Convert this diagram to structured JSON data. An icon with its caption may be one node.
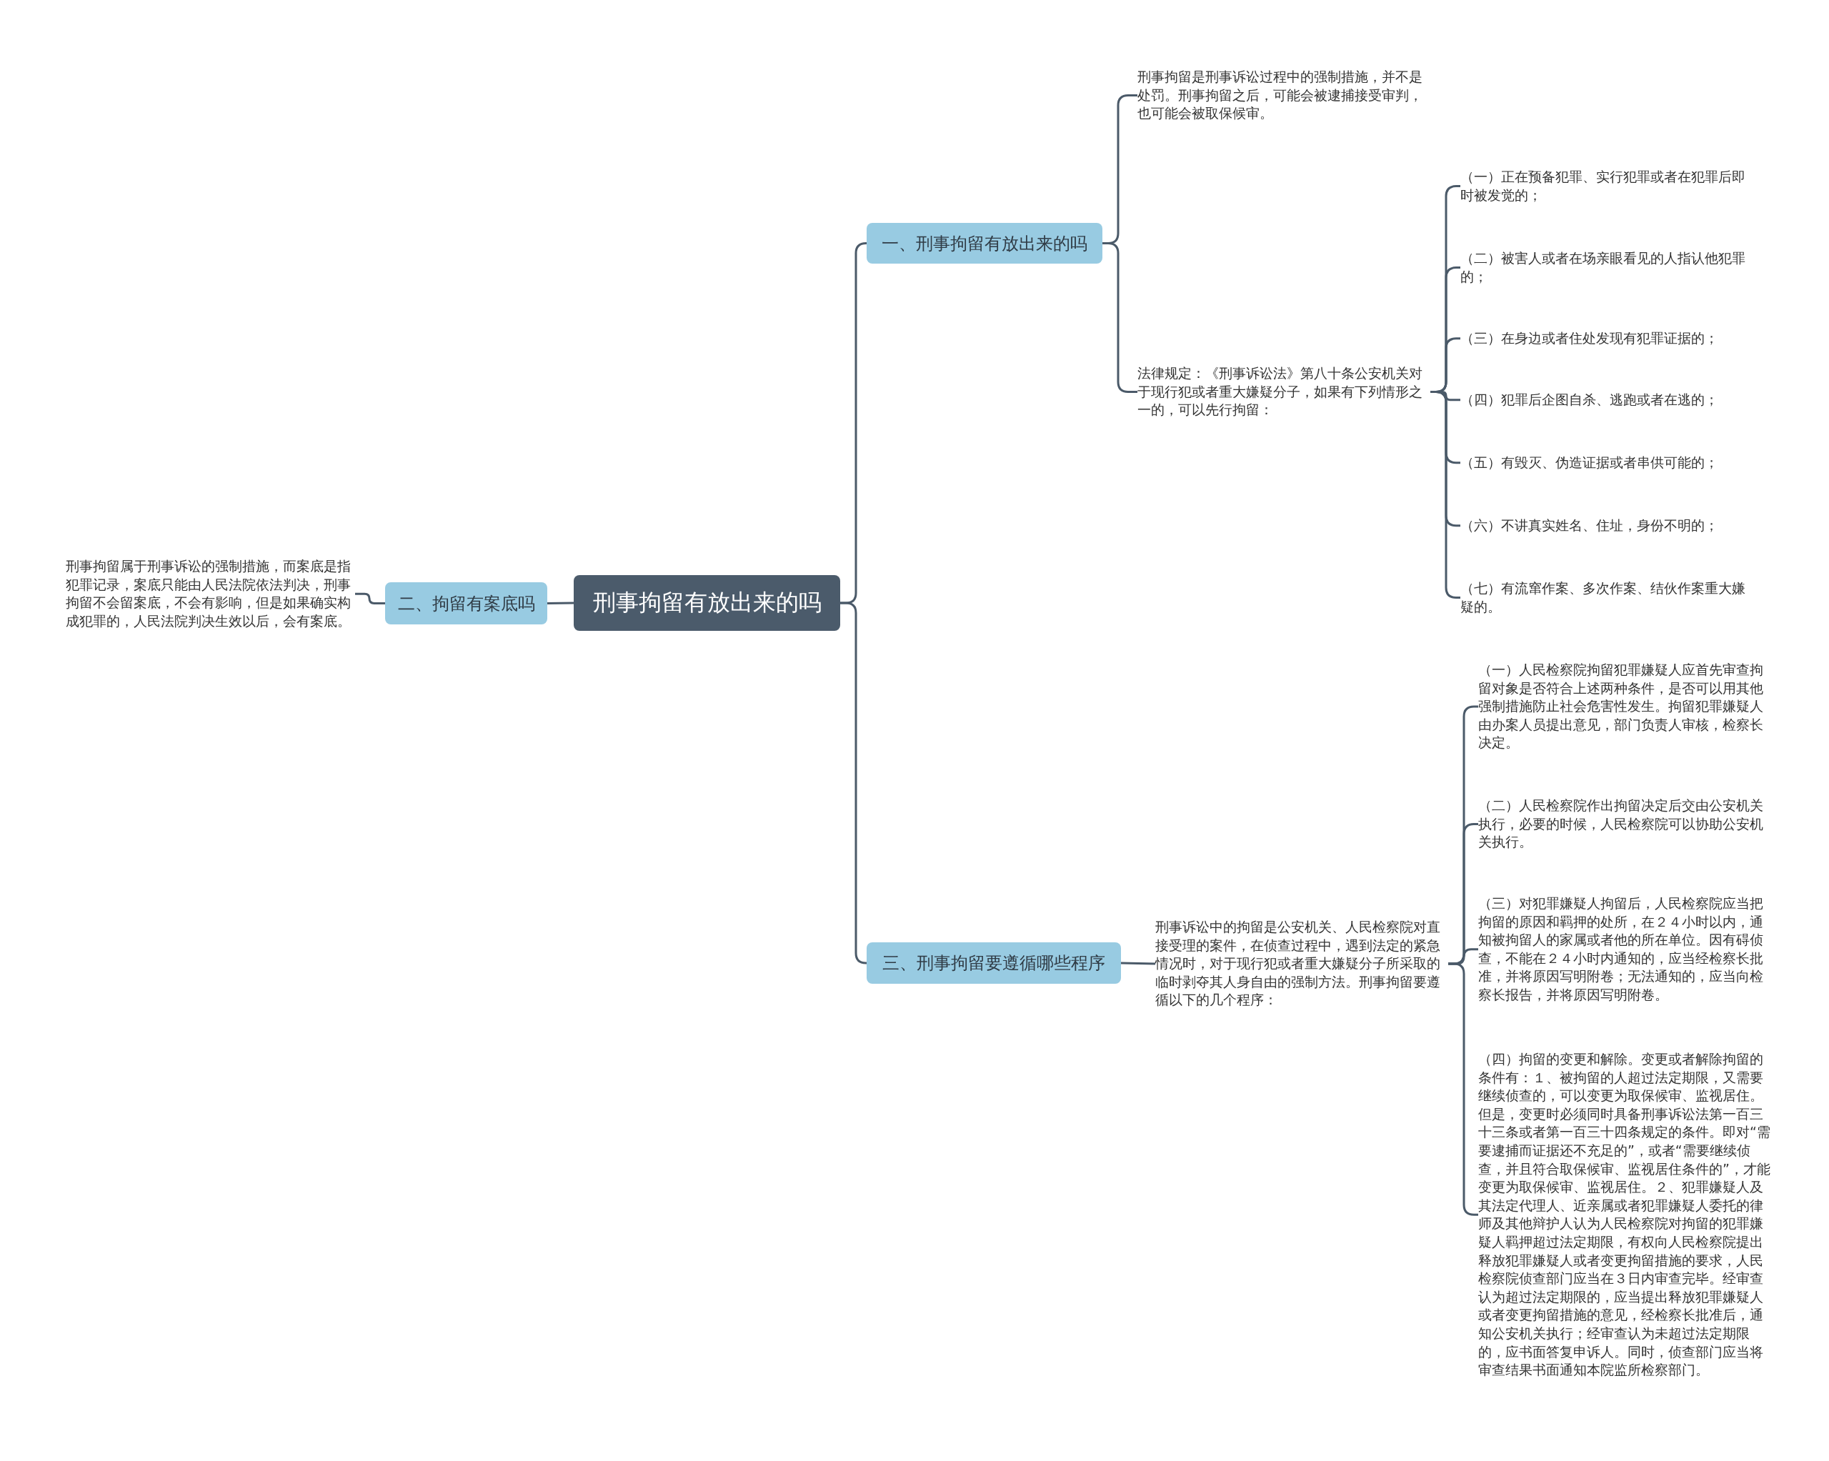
{
  "diagram": {
    "nodes": [
      {
        "text": [
          "刑事拘留有放出来的吗"
        ]
      },
      {
        "text": [
          "一、刑事拘留有放出来的吗"
        ]
      },
      {
        "text": [
          "刑事拘留是刑事诉讼过程中的强制措施，并不是处罚。刑事拘留之后，可能会被逮捕接受审判，也可能会被取保候审。"
        ]
      },
      {
        "text": [
          "法律规定：《刑事诉讼法》第八十条公安机关对于现行犯或者重大嫌疑分子，如果有下列情形之一的，可以先行拘留："
        ]
      },
      {
        "text": [
          "（一）正在预备犯罪、实行犯罪或者在犯罪后即时被发觉的；"
        ]
      },
      {
        "text": [
          "（二）被害人或者在场亲眼看见的人指认他犯罪的；"
        ]
      },
      {
        "text": [
          "（三）在身边或者住处发现有犯罪证据的；"
        ]
      },
      {
        "text": [
          "（四）犯罪后企图自杀、逃跑或者在逃的；"
        ]
      },
      {
        "text": [
          "（五）有毁灭、伪造证据或者串供可能的；"
        ]
      },
      {
        "text": [
          "（六）不讲真实姓名、住址，身份不明的；"
        ]
      },
      {
        "text": [
          "（七）有流窜作案、多次作案、结伙作案重大嫌疑的。"
        ]
      },
      {
        "text": [
          "二、拘留有案底吗"
        ]
      },
      {
        "text": [
          "刑事拘留属于刑事诉讼的强制措施，而案底是指犯罪记录，案底只能由人民法院依法判决，刑事拘留不会留案底，不会有影响，但是如果确实构成犯罪的，人民法院判决生效以后，会有案底。"
        ]
      },
      {
        "text": [
          "三、刑事拘留要遵循哪些程序"
        ]
      },
      {
        "text": [
          "刑事诉讼中的拘留是公安机关、人民检察院对直接受理的案件，在侦查过程中，遇到法定的紧急情况时，对于现行犯或者重大嫌疑分子所采取的临时剥夺其人身自由的强制方法。刑事拘留要遵循以下的几个程序："
        ]
      },
      {
        "text": [
          "（一）人民检察院拘留犯罪嫌疑人应首先审查拘留对象是否符合上述两种条件，是否可以用其他强制措施防止社会危害性发生。拘留犯罪嫌疑人由办案人员提出意见，部门负责人审核，检察长决定。"
        ]
      },
      {
        "text": [
          "（二）人民检察院作出拘留决定后交由公安机关执行，必要的时候，人民检察院可以协助公安机关执行。"
        ]
      },
      {
        "text": [
          "（三）对犯罪嫌疑人拘留后，人民检察院应当把拘留的原因和羁押的处所，在２４小时以内，通知被拘留人的家属或者他的所在单位。因有碍侦查，不能在２４小时内通知的，应当经检察长批准，并将原因写明附卷；无法通知的，应当向检察长报告，并将原因写明附卷。"
        ]
      },
      {
        "text": [
          "（四）拘留的变更和解除。变更或者解除拘留的条件有：１、被拘留的人超过法定期限，又需要继续侦查的，可以变更为取保候审、监视居住。但是，变更时必须同时具备刑事诉讼法第一百三十三条或者第一百三十四条规定的条件。即对“需要逮捕而证据还不充足的”，或者“需要继续侦查，并且符合取保候审、监视居住条件的”，才能变更为取保候审、监视居住。２、犯罪嫌疑人及其法定代理人、近亲属或者犯罪嫌疑人委托的律师及其他辩护人认为人民检察院对拘留的犯罪嫌疑人羁押超过法定期限，有权向人民检察院提出释放犯罪嫌疑人或者变更拘留措施的要求，人民检察院侦查部门应当在３日内审查完毕。经审查认为超过法定期限的，应当提出释放犯罪嫌疑人或者变更拘留措施的意见，经检察长批准后，通知公安机关执行；经审查认为未超过法定期限的，应书面答复申诉人。同时，侦查部门应当将审查结果书面通知本院监所检察部门。"
        ]
      }
    ],
    "edges": [
      {
        "from": 0,
        "to": 1,
        "arrow": "none"
      },
      {
        "from": 1,
        "to": 2,
        "arrow": "none"
      },
      {
        "from": 1,
        "to": 3,
        "arrow": "none"
      },
      {
        "from": 3,
        "to": 4,
        "arrow": "none"
      },
      {
        "from": 3,
        "to": 5,
        "arrow": "none"
      },
      {
        "from": 3,
        "to": 6,
        "arrow": "none"
      },
      {
        "from": 3,
        "to": 7,
        "arrow": "none"
      },
      {
        "from": 3,
        "to": 8,
        "arrow": "none"
      },
      {
        "from": 3,
        "to": 9,
        "arrow": "none"
      },
      {
        "from": 3,
        "to": 10,
        "arrow": "none"
      },
      {
        "from": 0,
        "to": 11,
        "arrow": "none"
      },
      {
        "from": 11,
        "to": 12,
        "arrow": "none"
      },
      {
        "from": 0,
        "to": 13,
        "arrow": "none"
      },
      {
        "from": 13,
        "to": 14,
        "arrow": "none"
      },
      {
        "from": 14,
        "to": 15,
        "arrow": "none"
      },
      {
        "from": 14,
        "to": 16,
        "arrow": "none"
      },
      {
        "from": 14,
        "to": 17,
        "arrow": "none"
      },
      {
        "from": 14,
        "to": 18,
        "arrow": "none"
      }
    ]
  }
}
